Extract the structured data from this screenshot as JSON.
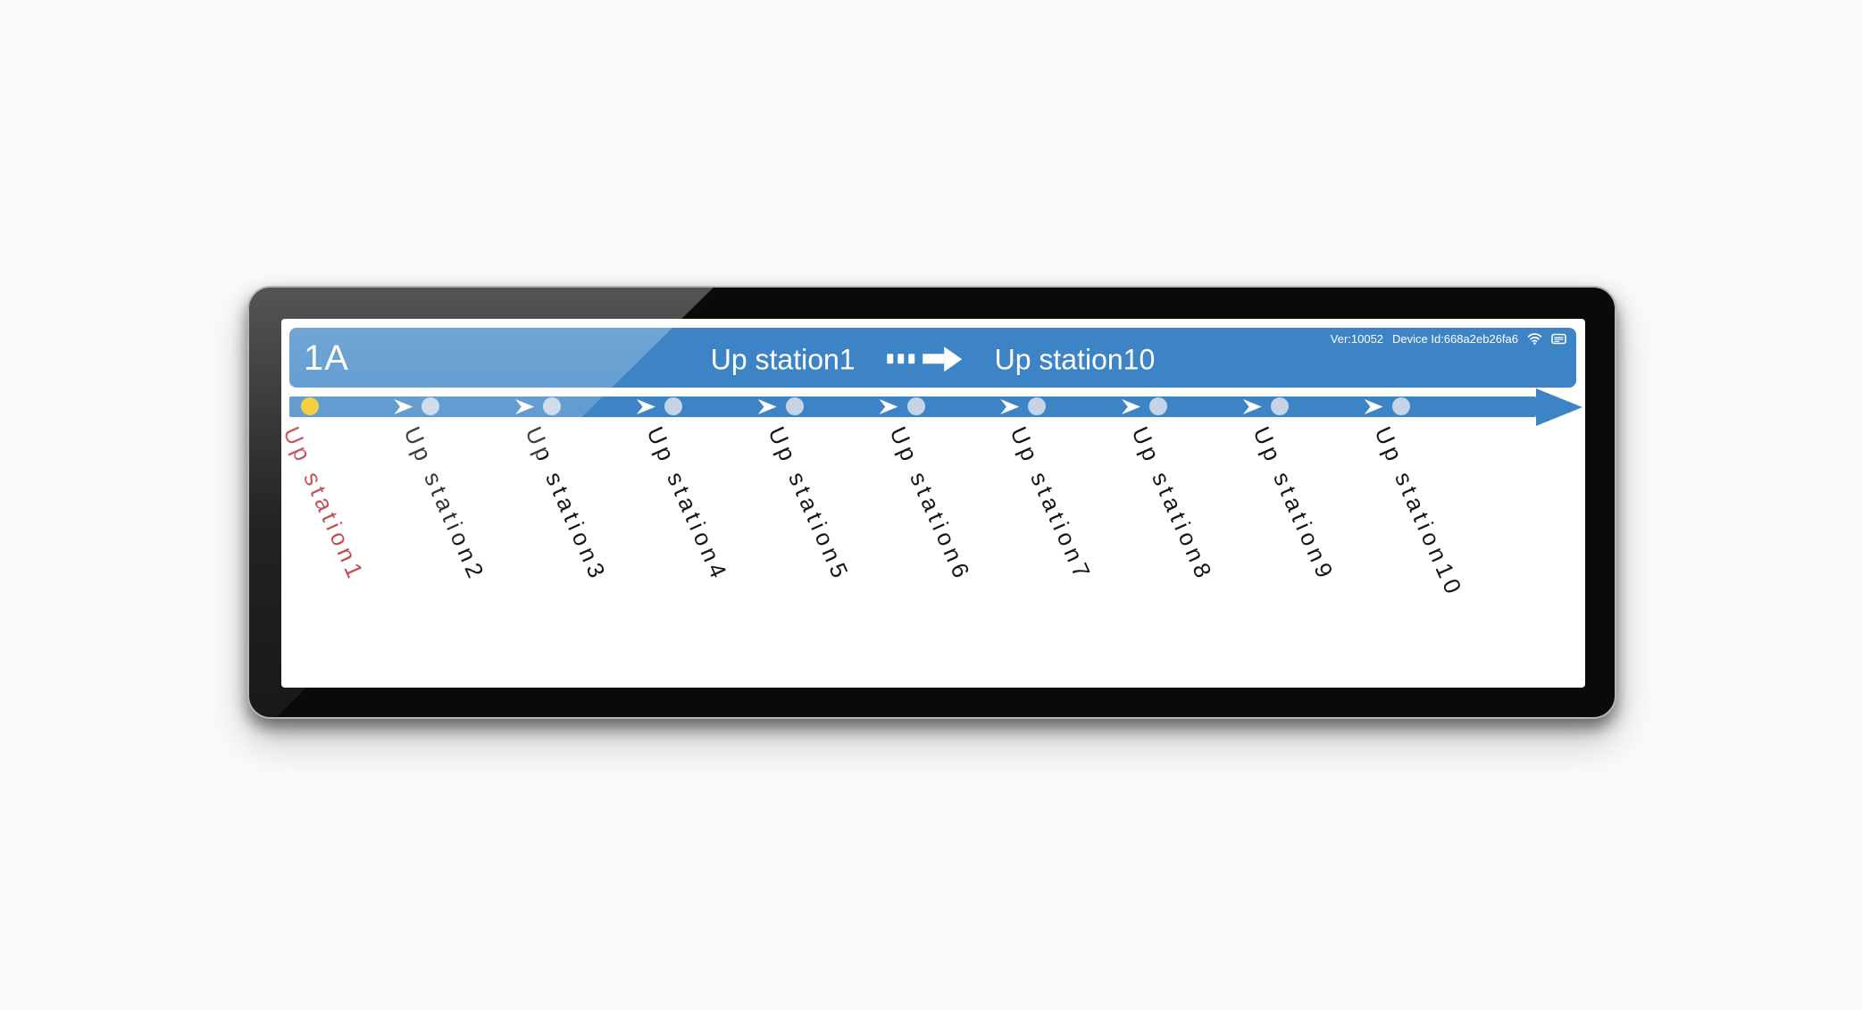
{
  "header": {
    "route_number": "1A",
    "origin": "Up station1",
    "destination": "Up station10",
    "version": "Ver:10052",
    "device_id": "Device Id:668a2eb26fa6"
  },
  "route": {
    "stations": [
      {
        "name": "Up station1",
        "current": true
      },
      {
        "name": "Up station2",
        "current": false
      },
      {
        "name": "Up station3",
        "current": false
      },
      {
        "name": "Up station4",
        "current": false
      },
      {
        "name": "Up station5",
        "current": false
      },
      {
        "name": "Up station6",
        "current": false
      },
      {
        "name": "Up station7",
        "current": false
      },
      {
        "name": "Up station8",
        "current": false
      },
      {
        "name": "Up station9",
        "current": false
      },
      {
        "name": "Up station10",
        "current": false
      }
    ]
  },
  "colors": {
    "accent_blue": "#3c84c5",
    "station_dot": "#c4d4e6",
    "current_dot": "#f2c511",
    "label": "#151515",
    "current_label": "#bb393c"
  }
}
